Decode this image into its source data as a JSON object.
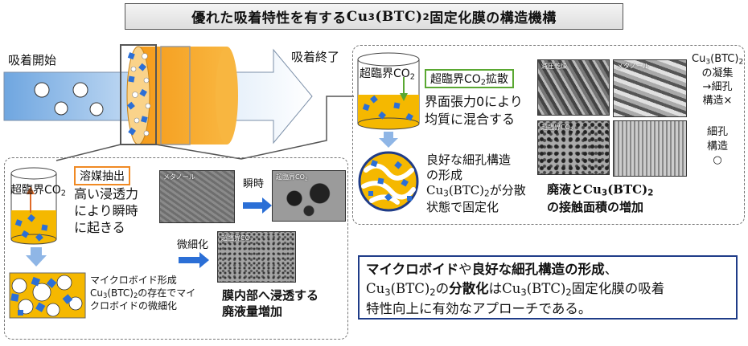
{
  "title": {
    "pre": "優れた吸着特性を有する",
    "cu": "Cu",
    "s3": "3",
    "btc": "(BTC)",
    "s2": "2",
    "post": "固定化膜の構造機構"
  },
  "flow": {
    "start": "吸着開始",
    "end": "吸着終了"
  },
  "left": {
    "scco2_pre": "超臨界CO",
    "scco2_sub": "2",
    "extract_tag": "溶媒抽出",
    "text1": [
      "高い浸透力",
      "により瞬時",
      "に起きる"
    ],
    "sem_meth": "メタノール",
    "instant": "瞬時",
    "sem_sc_pre": "超臨界CO",
    "sem_sc_sub": "2",
    "refine": "微細化",
    "sem_sc2_pre": "超臨界CO",
    "sem_sc2_sub": "2",
    "micro_line1": "マイクロボイド形成",
    "micro_line2_a": "Cu",
    "micro_line2_s3": "3",
    "micro_line2_b": "(BTC)",
    "micro_line2_s2": "2",
    "micro_line2_c": "の存在でマイ",
    "micro_line3": "クロボイドの微細化",
    "result": [
      "膜内部へ浸透する",
      "廃液量増加"
    ]
  },
  "right": {
    "scco2_pre": "超臨界CO",
    "scco2_sub": "2",
    "diff_pre": "超臨界CO",
    "diff_sub": "2",
    "diff_post": "拡散",
    "text1": [
      "界面張力0により",
      "均質に混合する"
    ],
    "pore_l1": "良好な細孔構造",
    "pore_l2": "の形成",
    "pore_l3_a": "Cu",
    "pore_l3_s3": "3",
    "pore_l3_b": "(BTC)",
    "pore_l3_s2": "2",
    "pore_l3_c": "が分散",
    "pore_l4": "状態で固定化",
    "sem_vac": "減圧乾燥",
    "sem_meth": "メタノール",
    "sem_sc_pre": "超臨界CO",
    "sem_sc_sub": "2",
    "side_a": "Cu",
    "side_s3": "3",
    "side_b": "(BTC)",
    "side_s2": "2",
    "side_lines": [
      "の凝集",
      "→細孔",
      "構造×"
    ],
    "side2": [
      "細孔",
      "構造",
      "○"
    ],
    "contact_pre": "廃液と",
    "contact_cu": "Cu",
    "contact_s3": "3",
    "contact_btc": "(BTC)",
    "contact_s2": "2",
    "contact_line2": "の接触面積の増加"
  },
  "conclusion": {
    "b1": "マイクロボイド",
    "t1": "や",
    "b2": "良好な細孔構造の形成",
    "t2": "、",
    "cu": "Cu",
    "s3": "3",
    "btc": "(BTC)",
    "s2": "2",
    "t3": "の",
    "b3": "分散化",
    "t4": "は",
    "cu2": "Cu",
    "s3b": "3",
    "btc2": "(BTC)",
    "s2b": "2",
    "t5": "固定化膜の吸着",
    "line3": "特性向上に有効なアプローチである。"
  },
  "colors": {
    "arrow": "#9fc3ea",
    "membrane": "#f7a524",
    "liquid": "#f5b800",
    "particle": "#2b6fd6",
    "frame": "#1f3c88"
  }
}
